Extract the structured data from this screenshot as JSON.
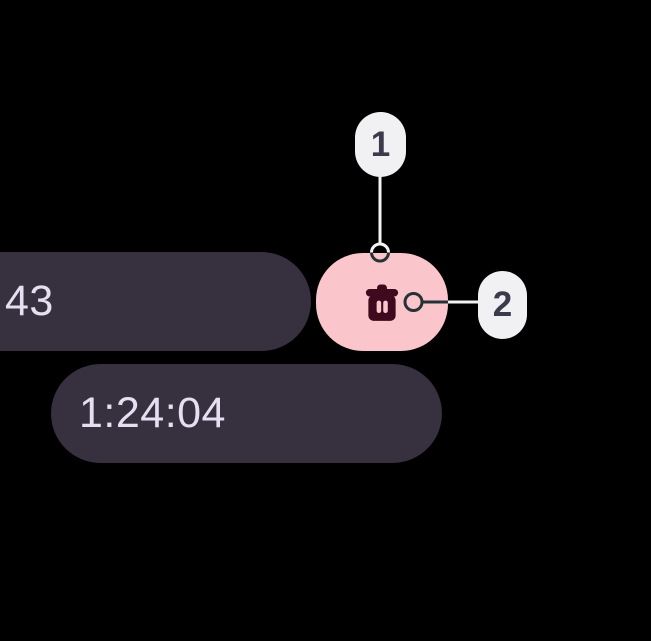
{
  "screen": {
    "timer_partial": {
      "text": "43"
    },
    "timer_main": {
      "text": "1:24:04"
    },
    "delete_button": {
      "icon": "trash-icon"
    }
  },
  "annotations": {
    "callouts": [
      {
        "label": "1"
      },
      {
        "label": "2"
      }
    ]
  },
  "colors": {
    "background": "#000000",
    "timer_chip_bg": "#36303F",
    "timer_chip_text": "#E6DFF2",
    "delete_button_bg": "#FAC6CB",
    "trash_icon": "#400A1E",
    "callout_bg": "#F1F0F2",
    "callout_text": "#3C3A4D",
    "connector_light": "#F4F3F4",
    "connector_dark": "#263238"
  }
}
